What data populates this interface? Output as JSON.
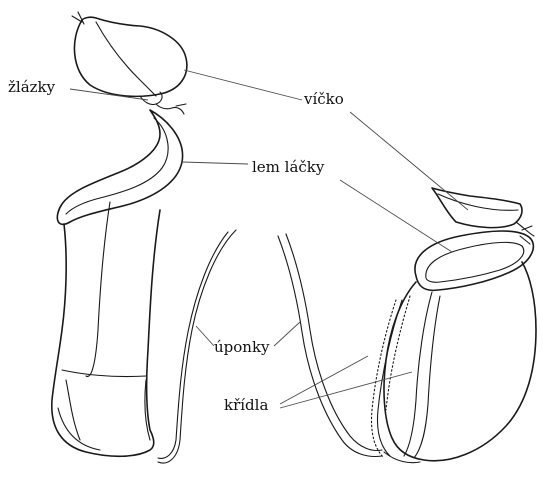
{
  "labels": {
    "glands": "žlázky",
    "lid": "víčko",
    "peristome": "lem láčky",
    "tendrils": "úponky",
    "wings": "křídla"
  }
}
